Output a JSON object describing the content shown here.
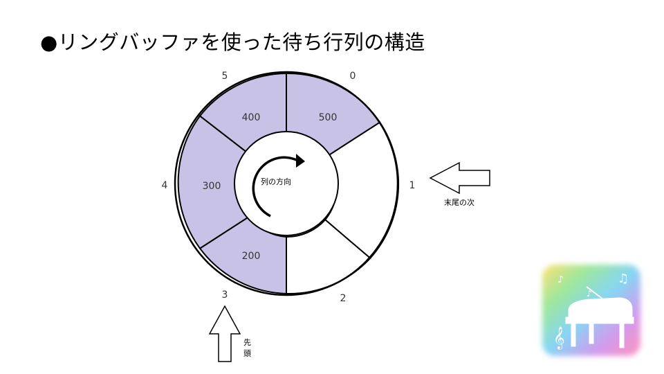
{
  "title": "●リングバッファを使った待ち行列の構造",
  "ring": {
    "segments": [
      {
        "index": "0",
        "value": "500",
        "filled": true
      },
      {
        "index": "1",
        "value": "",
        "filled": false
      },
      {
        "index": "2",
        "value": "",
        "filled": false
      },
      {
        "index": "3",
        "value": "200",
        "filled": true
      },
      {
        "index": "4",
        "value": "300",
        "filled": true
      },
      {
        "index": "5",
        "value": "400",
        "filled": true
      }
    ],
    "direction_label": "列の方向",
    "fill_color": "#c8c3e6"
  },
  "tail_label": "末尾の次",
  "head_label_1": "先",
  "head_label_2": "頭",
  "logo": {
    "icon": "piano-icon"
  }
}
